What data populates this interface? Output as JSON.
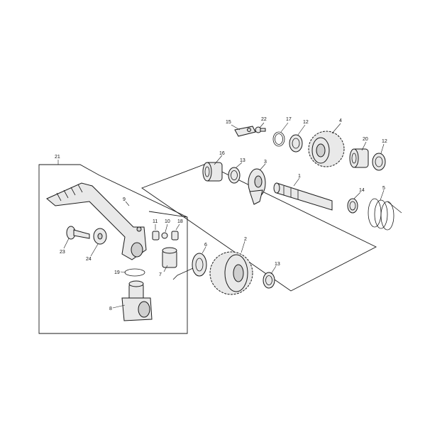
{
  "callouts": {
    "c1": "1",
    "c2": "2",
    "c3": "3",
    "c4": "4",
    "c5": "5",
    "c6": "6",
    "c7": "7",
    "c8": "8",
    "c9": "9",
    "c10": "10",
    "c11": "11",
    "c12a": "12",
    "c12b": "12",
    "c13a": "13",
    "c13b": "13",
    "c14": "14",
    "c15": "15",
    "c16": "16",
    "c17": "17",
    "c18": "18",
    "c19": "19",
    "c20": "20",
    "c21": "21",
    "c22": "22",
    "c23": "23",
    "c24": "24"
  }
}
